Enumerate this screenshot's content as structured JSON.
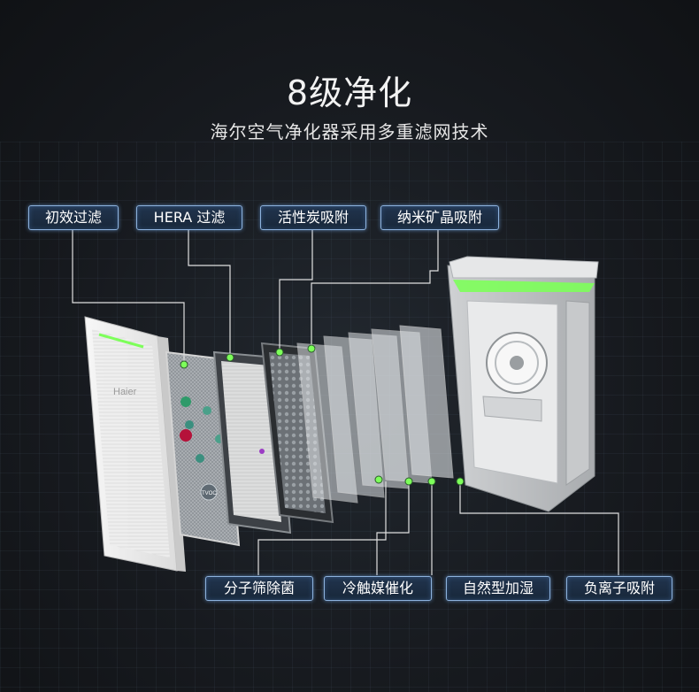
{
  "header": {
    "title": "8级净化",
    "subtitle": "海尔空气净化器采用多重滤网技术"
  },
  "labels_top": [
    {
      "text": "初效过滤"
    },
    {
      "text": "HERA 过滤"
    },
    {
      "text": "活性炭吸附"
    },
    {
      "text": "纳米矿晶吸附"
    }
  ],
  "labels_bottom": [
    {
      "text": "分子筛除菌"
    },
    {
      "text": "冷触媒催化"
    },
    {
      "text": "自然型加湿"
    },
    {
      "text": "负离子吸附"
    }
  ],
  "product": {
    "brand": "Haier",
    "filter_badges": [
      "TVOC"
    ]
  },
  "colors": {
    "accent_green": "#7dff5a",
    "label_border": "#8db2dd",
    "connector": "#e0e0e0"
  }
}
